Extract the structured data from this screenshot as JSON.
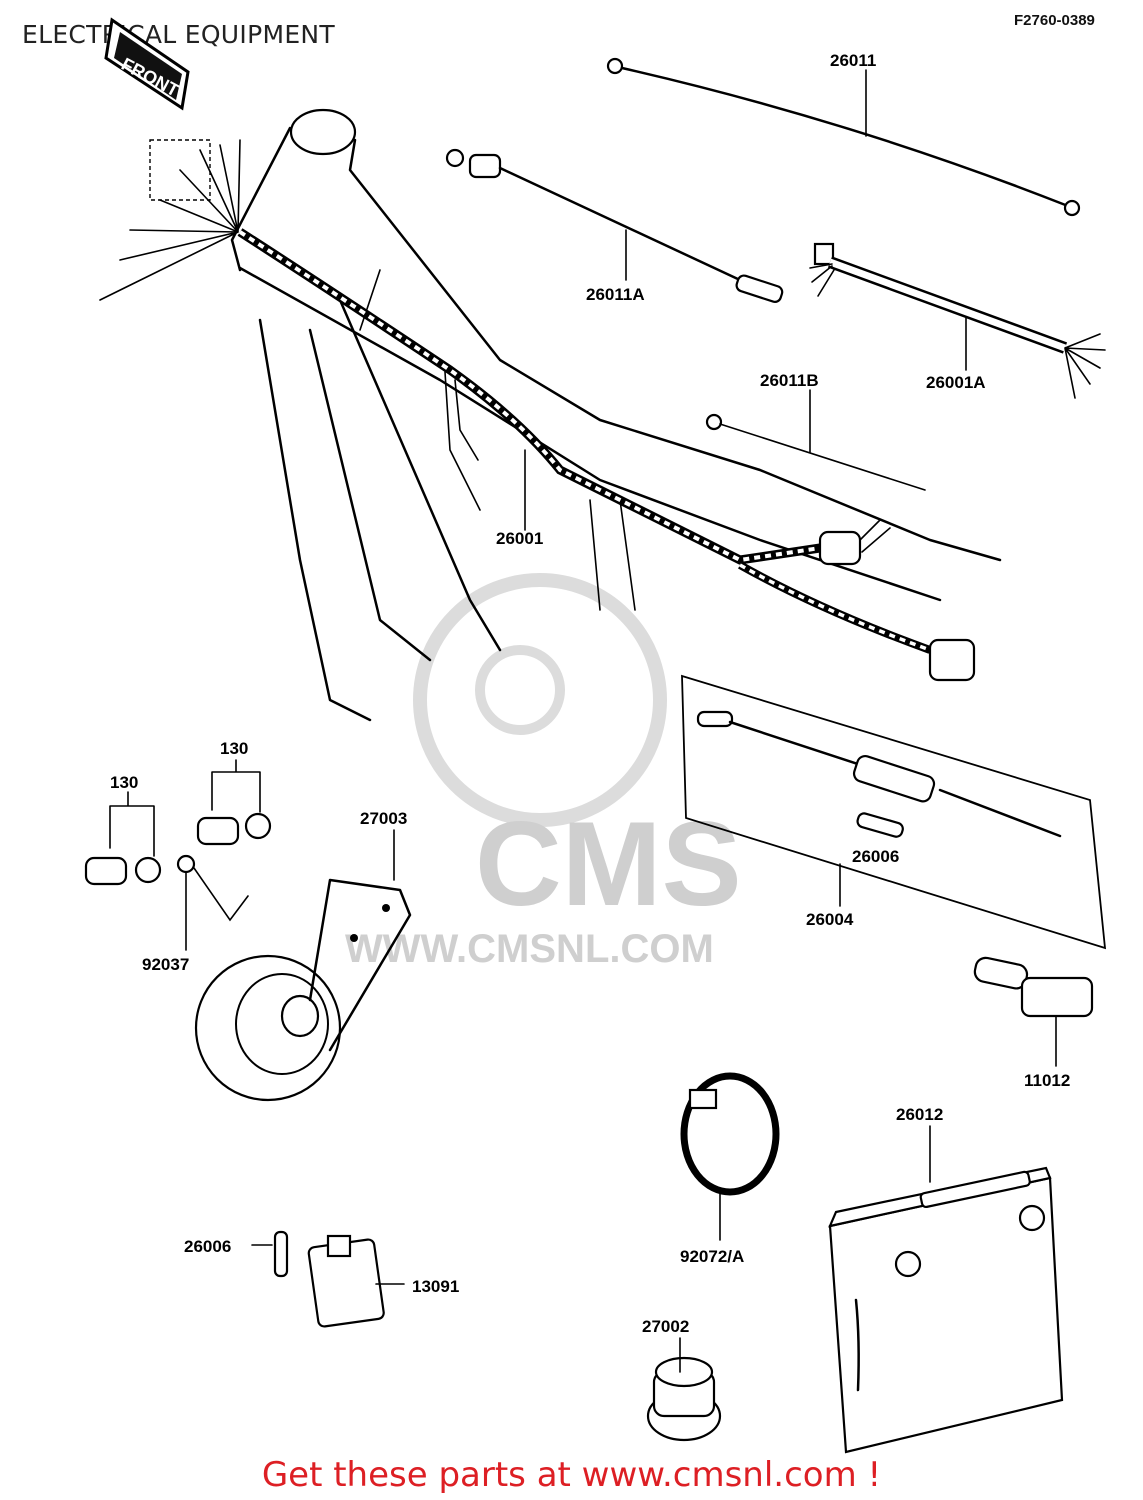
{
  "header": {
    "title": "ELECTRICAL EQUIPMENT",
    "ref_code": "F2760-0389"
  },
  "front_tag": "FRONT",
  "watermark": {
    "brand": "CMS",
    "url": "WWW.CMSNL.COM"
  },
  "parts": [
    {
      "id": "p-26011",
      "number": "26011"
    },
    {
      "id": "p-26011A",
      "number": "26011A"
    },
    {
      "id": "p-26001A",
      "number": "26001A"
    },
    {
      "id": "p-26011B",
      "number": "26011B"
    },
    {
      "id": "p-26001",
      "number": "26001"
    },
    {
      "id": "p-130-a",
      "number": "130"
    },
    {
      "id": "p-130-b",
      "number": "130"
    },
    {
      "id": "p-27003",
      "number": "27003"
    },
    {
      "id": "p-92037",
      "number": "92037"
    },
    {
      "id": "p-26006-a",
      "number": "26006"
    },
    {
      "id": "p-26004",
      "number": "26004"
    },
    {
      "id": "p-11012",
      "number": "11012"
    },
    {
      "id": "p-26012",
      "number": "26012"
    },
    {
      "id": "p-92072A",
      "number": "92072/A"
    },
    {
      "id": "p-26006-b",
      "number": "26006"
    },
    {
      "id": "p-13091",
      "number": "13091"
    },
    {
      "id": "p-27002",
      "number": "27002"
    }
  ],
  "footer": {
    "cta": "Get these parts at www.cmsnl.com !"
  },
  "colors": {
    "footer_text": "#dd1f24",
    "watermark": "#cfcfcf"
  }
}
